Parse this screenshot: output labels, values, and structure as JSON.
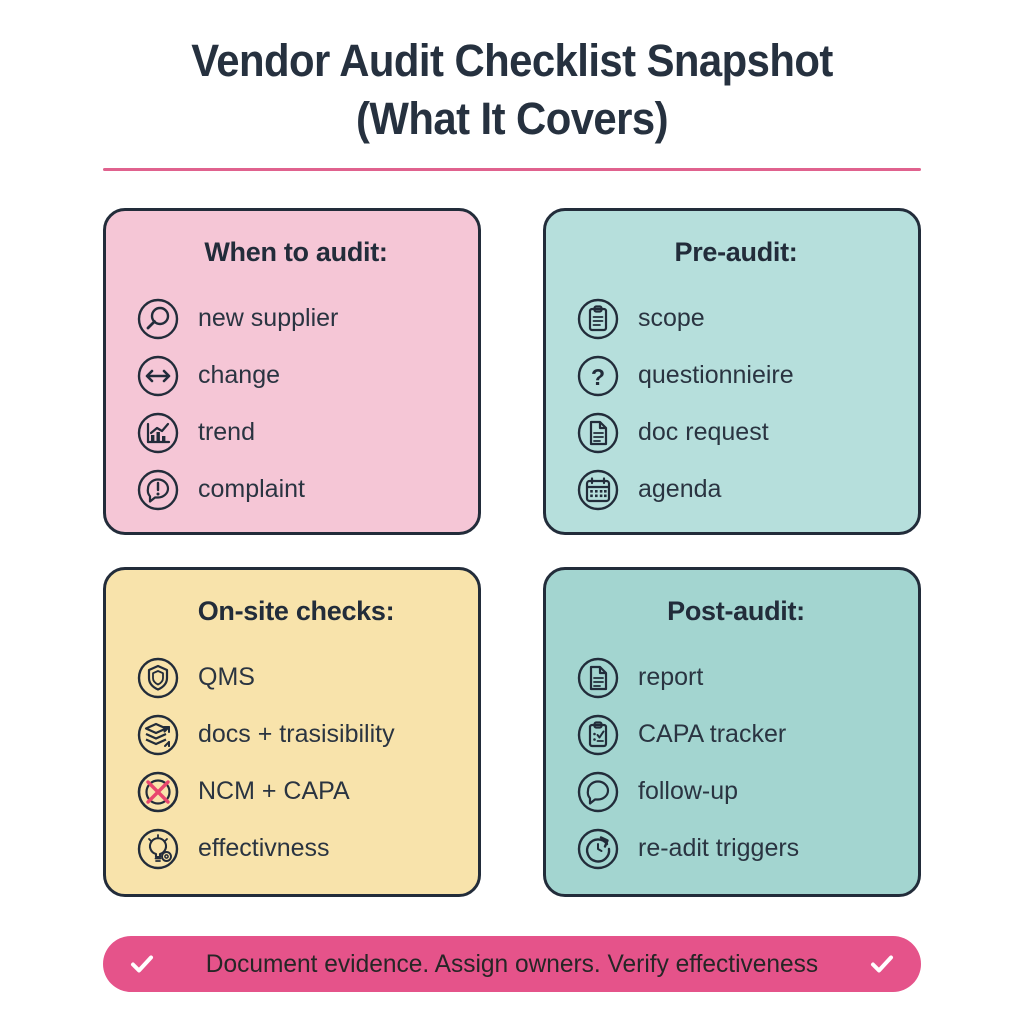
{
  "title": {
    "line1": "Vendor Audit Checklist Snapshot",
    "line2": "(What It Covers)"
  },
  "colors": {
    "background": "#FFFFFF",
    "title_text": "#26313F",
    "rule": "#E0628E",
    "card_border": "#222C3A",
    "card_pink": "#F5C6D6",
    "card_mint": "#B6DFDC",
    "card_yellow": "#F8E3AB",
    "card_teal": "#A3D5D0",
    "footer_banner": "#E5538A",
    "footer_text": "#262626",
    "accent_red_x": "#E8466E"
  },
  "cards": [
    {
      "id": "when-to-audit",
      "title": "When to audit:",
      "items": [
        {
          "label": "new supplier",
          "icon": "magnifier-icon"
        },
        {
          "label": "change",
          "icon": "bidirectional-arrow-icon"
        },
        {
          "label": "trend",
          "icon": "bar-chart-icon"
        },
        {
          "label": "complaint",
          "icon": "complaint-bubble-icon"
        }
      ]
    },
    {
      "id": "pre-audit",
      "title": "Pre-audit:",
      "items": [
        {
          "label": "scope",
          "icon": "clipboard-icon"
        },
        {
          "label": "questionnieire",
          "icon": "question-mark-icon"
        },
        {
          "label": "doc request",
          "icon": "document-icon"
        },
        {
          "label": "agenda",
          "icon": "calendar-icon"
        }
      ]
    },
    {
      "id": "on-site-checks",
      "title": "On-site checks:",
      "items": [
        {
          "label": "QMS",
          "icon": "shield-icon"
        },
        {
          "label": "docs + trasisibility",
          "icon": "layers-traceability-icon"
        },
        {
          "label": "NCM + CAPA",
          "icon": "red-cross-out-icon"
        },
        {
          "label": "effectivness",
          "icon": "lightbulb-gear-icon"
        }
      ]
    },
    {
      "id": "post-audit",
      "title": "Post-audit:",
      "items": [
        {
          "label": "report",
          "icon": "document-icon"
        },
        {
          "label": "CAPA tracker",
          "icon": "clipboard-check-icon"
        },
        {
          "label": "follow-up",
          "icon": "speech-bubble-icon"
        },
        {
          "label": "re-adit triggers",
          "icon": "refresh-clock-icon"
        }
      ]
    }
  ],
  "footer": {
    "text": "Document evidence. Assign owners. Verify effectiveness",
    "left_icon": "check-icon",
    "right_icon": "check-icon"
  }
}
